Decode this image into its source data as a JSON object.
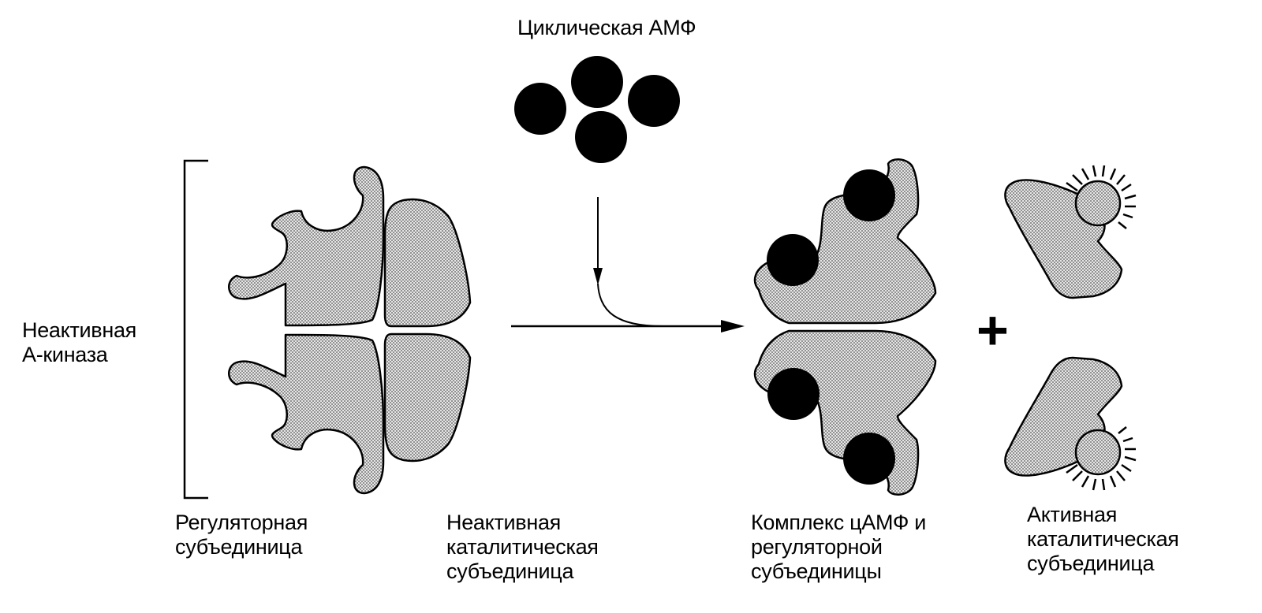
{
  "diagram": {
    "camp_title": "Циклическая АМФ",
    "inactive_kinase": {
      "line1": "Неактивная",
      "line2": "А-киназа"
    },
    "regulatory_subunit": {
      "line1": "Регуляторная",
      "line2": "субъединица"
    },
    "inactive_catalytic": {
      "line1": "Неактивная",
      "line2": "каталитическая",
      "line3": "субъединица"
    },
    "complex": {
      "line1": "Комплекс цАМФ и",
      "line2": "регуляторной",
      "line3": "субъединицы"
    },
    "active_catalytic": {
      "line1": "Активная",
      "line2": "каталитическая",
      "line3": "субъединица"
    },
    "plus_sign": "+"
  },
  "colors": {
    "ink": "#000000",
    "protein_fill": "#c8c8c8",
    "camp": "#000000",
    "background": "#ffffff"
  }
}
